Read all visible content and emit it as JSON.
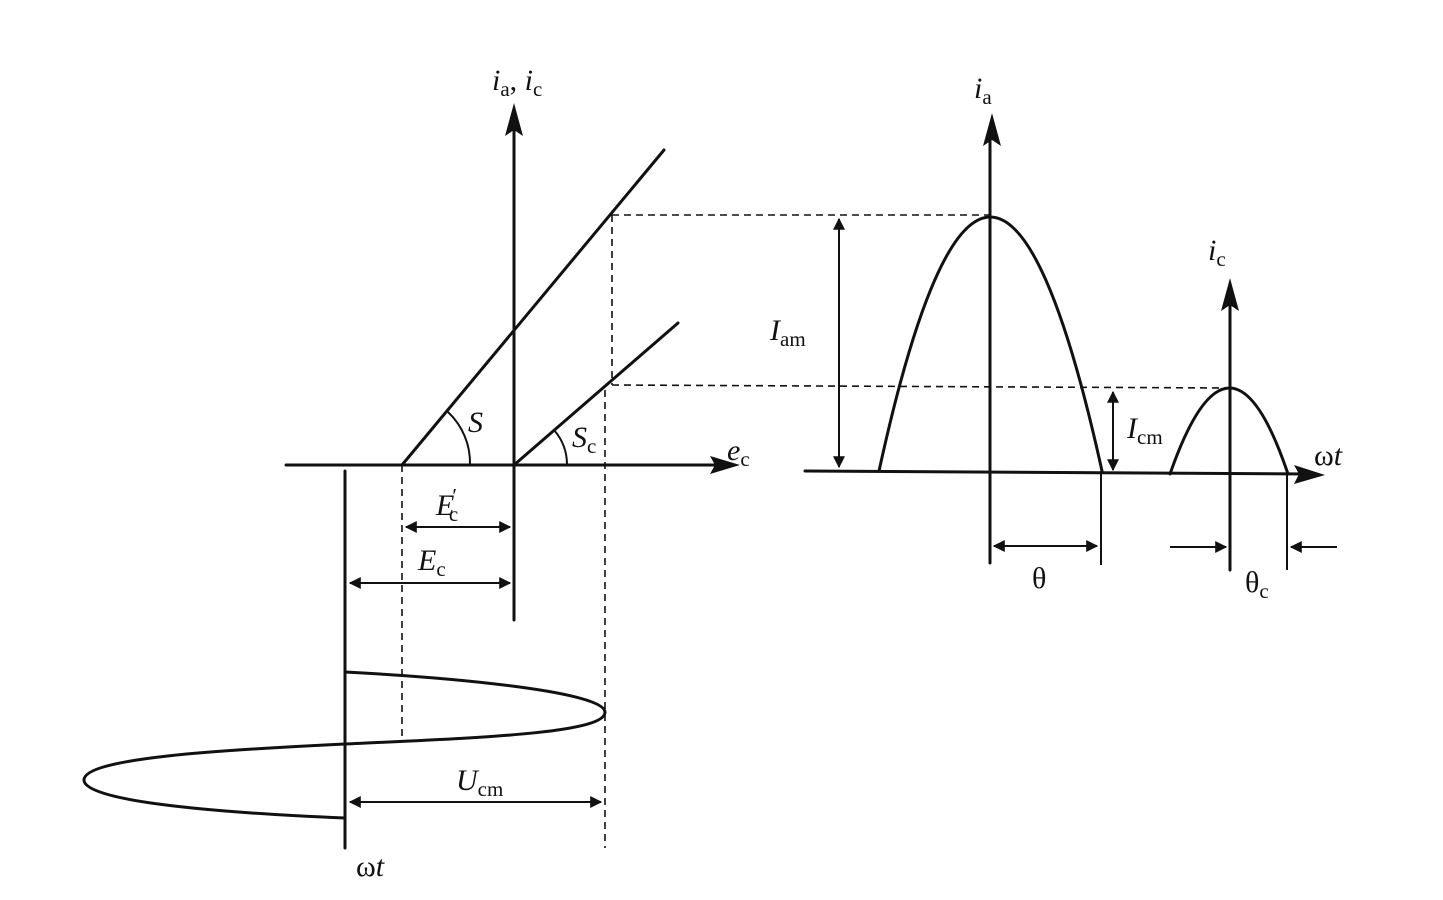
{
  "labels": {
    "axis_left_i": "i",
    "axis_left_sub1": "a",
    "axis_left_comma": ", ",
    "axis_left_i2": "i",
    "axis_left_sub2": "c",
    "axis_left_x_main": "e",
    "axis_left_x_sub": "c",
    "slope_s": "S",
    "slope_sc_main": "S",
    "slope_sc_sub": "c",
    "ec_prime_main": "E",
    "ec_prime_mark": "′",
    "ec_prime_sub": "c",
    "ec_main": "E",
    "ec_sub": "c",
    "ucm_main": "U",
    "ucm_sub": "cm",
    "wt_bottom_omega": "ω",
    "wt_bottom_t": "t",
    "ia_axis_main": "i",
    "ia_axis_sub": "a",
    "iam_main": "I",
    "iam_sub": "am",
    "ic_axis_main": "i",
    "ic_axis_sub": "c",
    "icm_main": "I",
    "icm_sub": "cm",
    "wt_right_omega": "ω",
    "wt_right_t": "t",
    "theta": "θ",
    "theta_c_main": "θ",
    "theta_c_sub": "c"
  }
}
